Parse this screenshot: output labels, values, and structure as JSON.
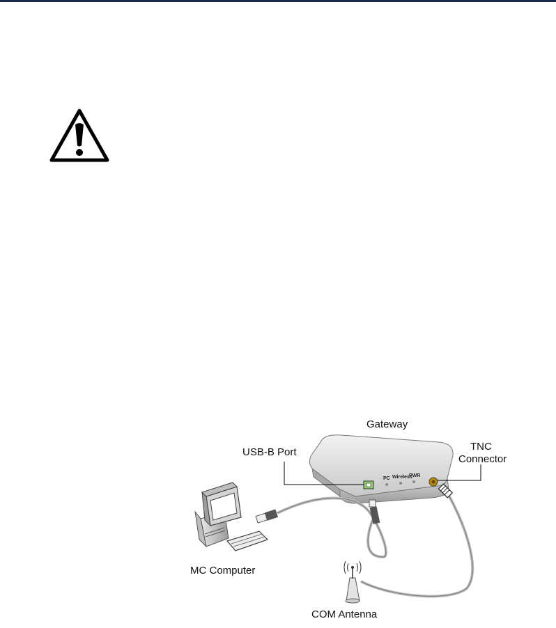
{
  "warning_icon": "warning-triangle-icon",
  "diagram": {
    "labels": {
      "gateway": "Gateway",
      "usb_port": "USB-B Port",
      "tnc_line1": "TNC",
      "tnc_line2": "Connector",
      "computer": "MC Computer",
      "antenna": "COM Antenna"
    },
    "led_labels": [
      "PC",
      "Wireless",
      "PWR"
    ]
  }
}
